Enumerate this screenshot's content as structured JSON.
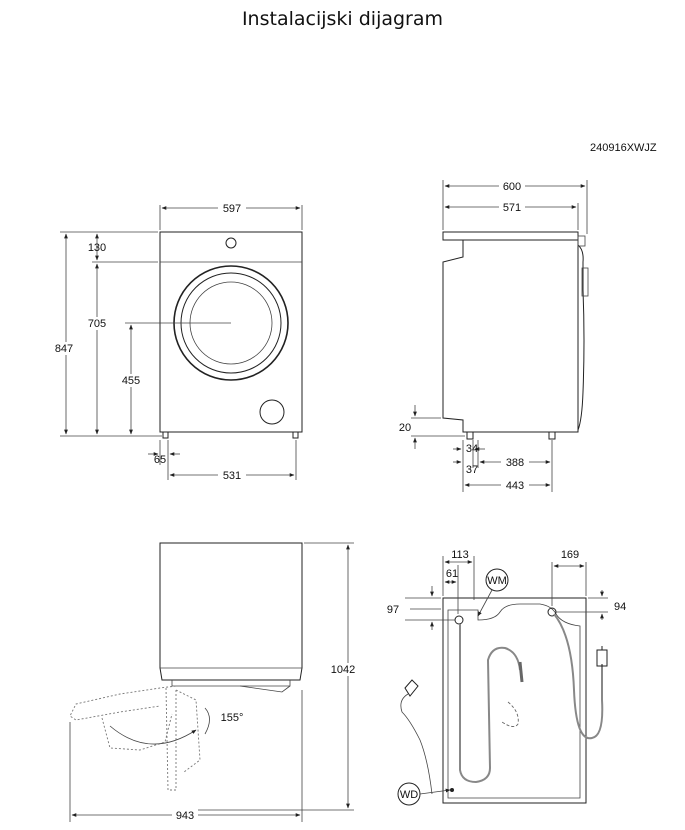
{
  "title": "Instalacijski dijagram",
  "model_code": "240916XWJZ",
  "front_view": {
    "width": "597",
    "top_offset": "130",
    "drum_center_height": "705",
    "door_bottom_height": "455",
    "total_height": "847",
    "foot_offset": "65",
    "foot_distance": "531"
  },
  "side_view": {
    "depth_total": "600",
    "depth_body": "571",
    "foot_height": "20",
    "foot_offset_a": "34",
    "foot_offset_b": "37",
    "foot_distance": "388",
    "foot_distance_total": "443"
  },
  "open_door_view": {
    "door_open_height": "1042",
    "door_angle": "155°",
    "depth_door_open": "943"
  },
  "rear_view": {
    "inlet_offset_x": "113",
    "inlet_offset_x2": "61",
    "inlet_offset_y": "97",
    "outlet_offset_x": "169",
    "outlet_offset_y": "94",
    "label_wm": "WM",
    "label_wd": "WD"
  }
}
